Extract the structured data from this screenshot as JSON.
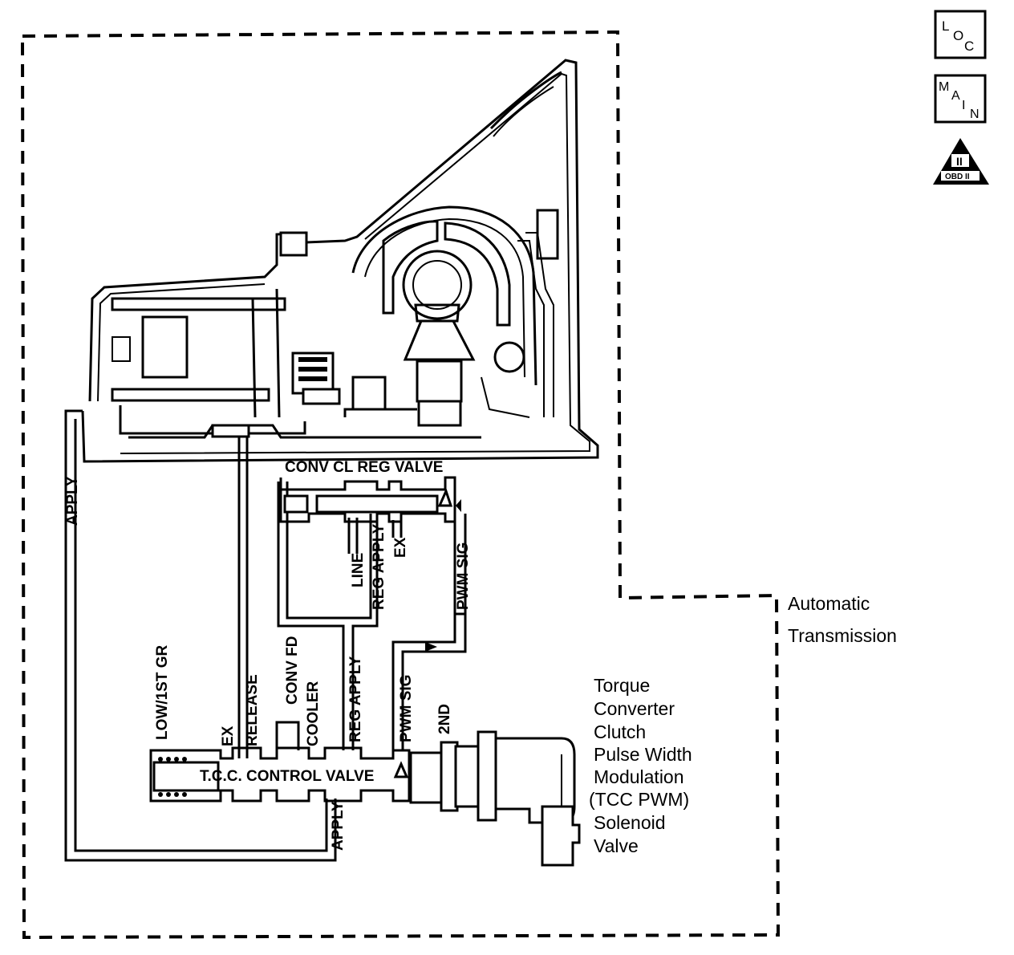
{
  "icons": {
    "loc": [
      "L",
      "O",
      "C"
    ],
    "main": [
      "M",
      "A",
      "I",
      "N"
    ],
    "obd": "OBD II"
  },
  "valve_body_top": {
    "title": "CONV CL REG VALVE",
    "ports": [
      "LINE",
      "REG APPLY",
      "EX",
      "PWM SIG"
    ]
  },
  "lines_left": [
    "APPLY"
  ],
  "tcc_valve": {
    "label": "T.C.C. CONTROL VALVE",
    "ports": [
      "LOW/1ST GR",
      "EX",
      "RELEASE",
      "CONV FD",
      "COOLER",
      "REG APPLY",
      "PWM SIG",
      "2ND"
    ],
    "bottom_port": "APPLY"
  },
  "solenoid": {
    "lines": [
      "Torque",
      "Converter",
      "Clutch",
      "Pulse Width",
      "Modulation",
      "(TCC PWM)",
      "Solenoid",
      "Valve"
    ]
  },
  "boundary": {
    "lines": [
      "Automatic",
      "Transmission"
    ]
  }
}
